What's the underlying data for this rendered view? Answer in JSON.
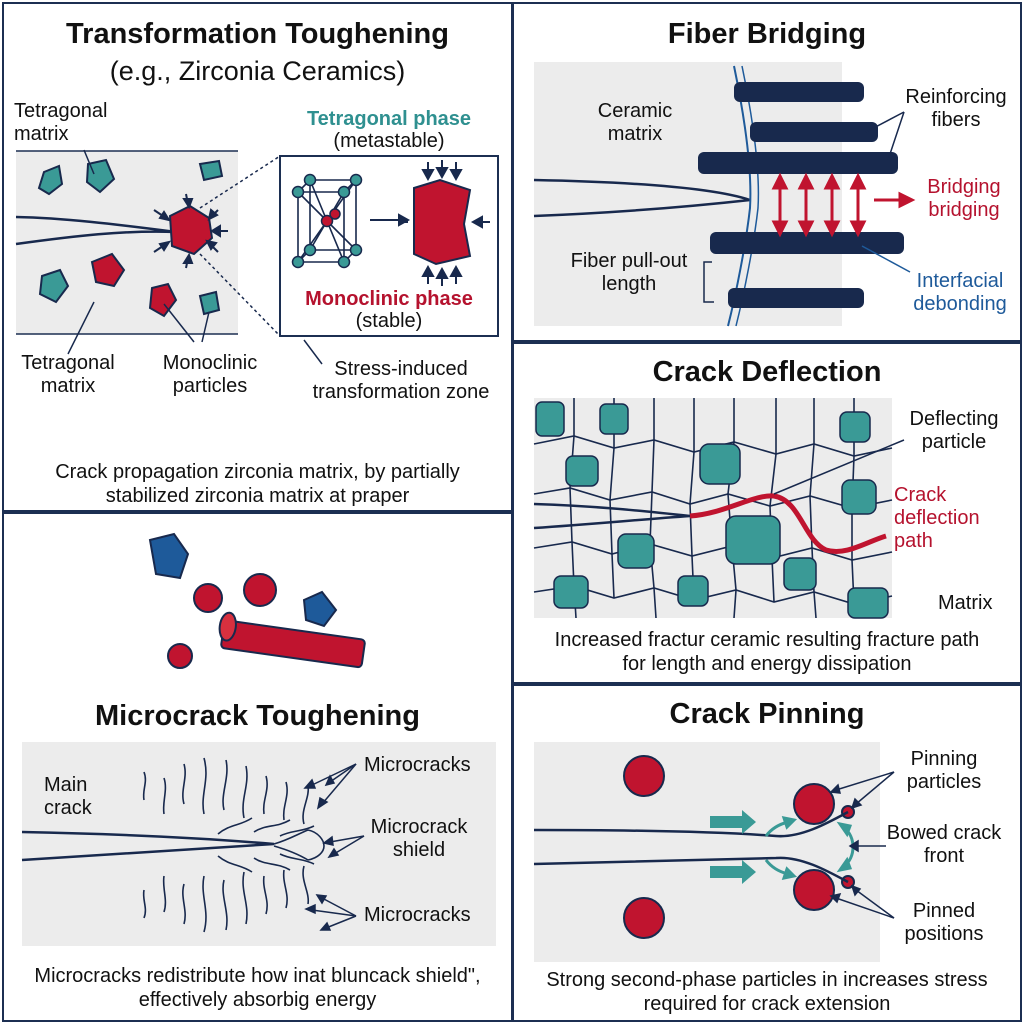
{
  "colors": {
    "border": "#1c2f52",
    "navy": "#18294d",
    "teal": "#3a9a96",
    "crimson": "#c0142f",
    "steel_blue": "#1e5a9a",
    "panel_bg": "#ededed"
  },
  "transformation": {
    "title": "Transformation Toughening",
    "subtitle": "(e.g., Zirconia Ceramics)",
    "label_tetragonal_matrix_top": "Tetragonal matrix",
    "label_tetragonal_matrix_bottom": "Tetragonal matrix",
    "label_monoclinic_particles": "Monoclinic particles",
    "inset_tetragonal_phase": "Tetragonal phase",
    "inset_metastable": "(metastable)",
    "inset_monoclinic_phase": "Monoclinic phase",
    "inset_stable": "(stable)",
    "label_zone": "Stress-induced transformation zone",
    "caption": "Crack propagation zirconia matrix, by partially stabilized zirconia matrix at praper"
  },
  "fiber": {
    "title": "Fiber Bridging",
    "label_ceramic_matrix": "Ceramic matrix",
    "label_reinforcing_fibers": "Reinforcing fibers",
    "label_bridging": "Bridging bridging",
    "label_pullout": "Fiber pull-out length",
    "label_debonding": "Interfacial debonding"
  },
  "deflection": {
    "title": "Crack Deflection",
    "label_deflecting_particle": "Deflecting particle",
    "label_path": "Crack deflection path",
    "label_matrix": "Matrix",
    "caption": "Increased fractur ceramic resulting fracture path for length and energy dissipation"
  },
  "microcrack": {
    "title": "Microcrack Toughening",
    "label_main_crack": "Main crack",
    "label_microcracks_top": "Microcracks",
    "label_shield": "Microcrack shield",
    "label_microcracks_bottom": "Microcracks",
    "caption": "Microcracks redistribute how inat bluncack shield\", effectively absorbig energy"
  },
  "pinning": {
    "title": "Crack Pinning",
    "label_pinning_particles": "Pinning particles",
    "label_bowed": "Bowed crack front",
    "label_pinned": "Pinned positions",
    "caption": "Strong second-phase particles in increases stress required for crack extension"
  }
}
